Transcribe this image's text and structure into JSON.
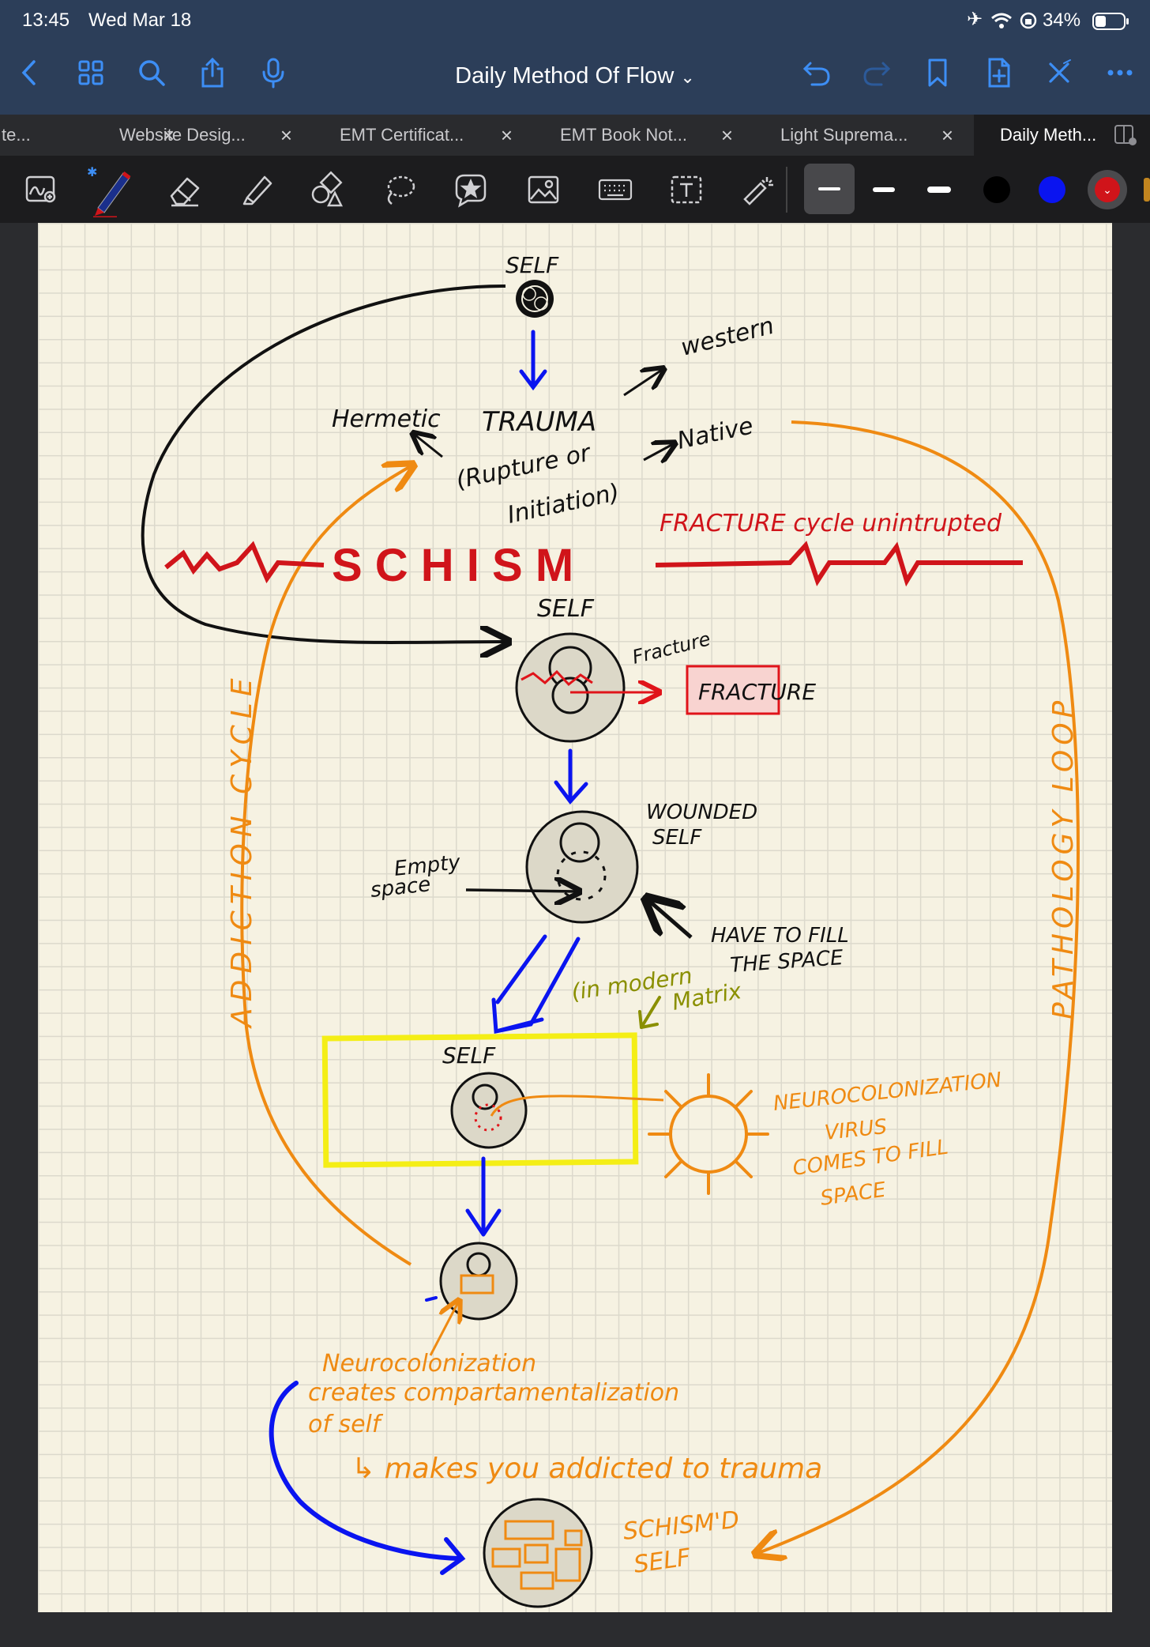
{
  "status": {
    "time": "13:45",
    "date": "Wed Mar 18",
    "battery": "34%",
    "icons": [
      "airplane-icon",
      "wifi-icon",
      "rotation-lock-icon",
      "battery-icon"
    ]
  },
  "nav": {
    "title": "Daily Method Of Flow",
    "title_chevron": "⌄",
    "left_icons": [
      "back-icon",
      "grid-icon",
      "search-icon",
      "share-icon",
      "microphone-icon"
    ],
    "right_icons": [
      "undo-icon",
      "redo-icon",
      "bookmark-icon",
      "add-page-icon",
      "close-x-icon",
      "more-icon"
    ]
  },
  "tabs": [
    {
      "label": "te...",
      "active": false
    },
    {
      "label": "Website Desig...",
      "active": false
    },
    {
      "label": "EMT Certificat...",
      "active": false
    },
    {
      "label": "EMT Book Not...",
      "active": false
    },
    {
      "label": "Light Suprema...",
      "active": false
    },
    {
      "label": "Daily Meth...",
      "active": true
    }
  ],
  "tab_close": "×",
  "toolbar": {
    "tools": [
      "handwriting-zoom-icon",
      "pen-icon",
      "eraser-icon",
      "highlighter-icon",
      "shapes-icon",
      "lasso-icon",
      "sticker-icon",
      "image-icon",
      "keyboard-icon",
      "textbox-icon",
      "laser-pointer-icon"
    ],
    "pen_widths": [
      "thin",
      "medium",
      "thick"
    ],
    "colors": [
      "#000000",
      "#0a14f0",
      "#d0141a"
    ],
    "selected_color": "#d0141a"
  },
  "notes": {
    "self_top": "SELF",
    "trauma": "TRAUMA",
    "trauma_line2": "(Rupture or",
    "trauma_line3": "Initiation)",
    "hermetic": "Hermetic",
    "western": "western",
    "native": "Native",
    "fracture_cycle": "FRACTURE cycle unintrupted",
    "schism": "S C H I S M",
    "self_2": "SELF",
    "fracture_small": "Fracture",
    "fracture_box": "FRACTURE",
    "addiction_cycle": "ADDICTION CYCLE",
    "pathology_loop": "PATHOLOGY LOOP",
    "wounded_1": "WOUNDED",
    "wounded_2": "SELF",
    "empty_1": "Empty",
    "empty_2": "space",
    "have_fill_1": "HAVE TO FILL",
    "have_fill_2": "THE SPACE",
    "modern_1": "(in modern",
    "modern_2": "Matrix",
    "self_3": "SELF",
    "neuro_1": "NEUROCOLONIZATION",
    "neuro_2": "VIRUS",
    "neuro_3": "COMES TO FILL",
    "neuro_4": "SPACE",
    "comp_1": "Neurocolonization",
    "comp_2": "creates compartamentalization",
    "comp_3": "of self",
    "addicted": "↳ makes you addicted to trauma",
    "schismd_1": "SCHISM'D",
    "schismd_2": "SELF"
  }
}
